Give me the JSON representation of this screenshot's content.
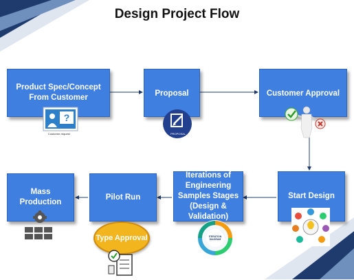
{
  "title": "Design Project Flow",
  "nodes": {
    "concept": "Product Spec/Concept From Customer",
    "proposal": "Proposal",
    "approval": "Customer Approval",
    "start_design": "Start Design",
    "iterations": "Iterations of Engineering Samples Stages (Design & Validation)",
    "pilot": "Pilot Run",
    "mass": "Mass Production"
  },
  "badges": {
    "type_approval": "Type Approval"
  },
  "icon_captions": {
    "customer_request": "Customer request",
    "proposal": "PROPOSAL",
    "iteration": "ITERATION DIAGRAM"
  }
}
